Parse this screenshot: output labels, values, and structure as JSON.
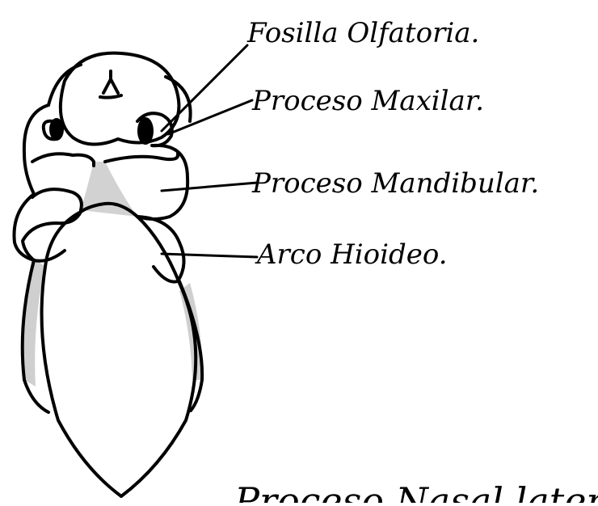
{
  "labels": {
    "fosilla": "Fosilla Olfatoria.",
    "maxilar": "Proceso Maxilar.",
    "mandibular": "Proceso Mandibular.",
    "hioideo": "Arco Hioideo.",
    "nasal": "Proceso Nasal lateral"
  },
  "colors": {
    "ink": "#000000",
    "paper": "#ffffff",
    "stipple": "#b5b5b5"
  }
}
